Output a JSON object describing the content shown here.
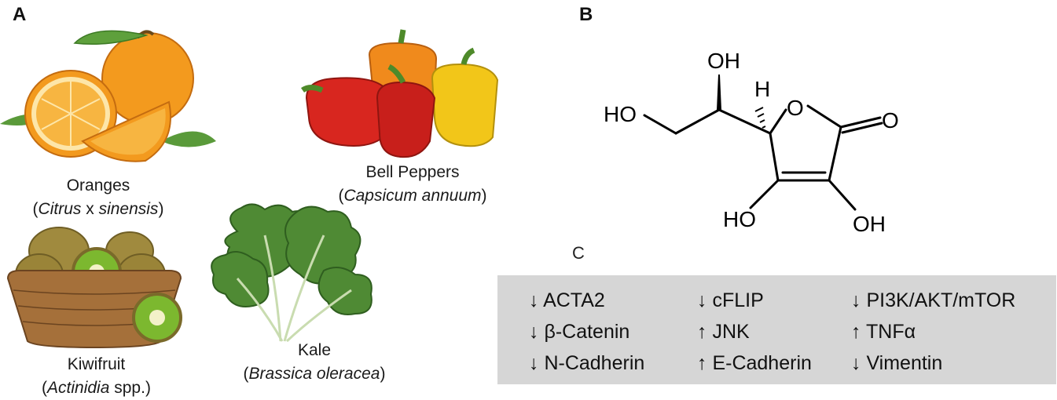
{
  "panels": {
    "a": "A",
    "b": "B",
    "c": "C"
  },
  "foods": {
    "oranges": {
      "name": "Oranges",
      "latin_pre": "(",
      "latin_genus": "Citrus",
      "latin_mid": " x ",
      "latin_species": "sinensis",
      "latin_post": ")"
    },
    "peppers": {
      "name": "Bell Peppers",
      "latin_pre": "(",
      "latin_italic": "Capsicum annuum",
      "latin_post": ")"
    },
    "kiwi": {
      "name": "Kiwifruit",
      "latin_pre": "(",
      "latin_italic": "Actinidia",
      "latin_post": " spp.)"
    },
    "kale": {
      "name": "Kale",
      "latin_pre": "(",
      "latin_italic": "Brassica oleracea",
      "latin_post": ")"
    }
  },
  "molecule": {
    "labels": {
      "oh_top": "OH",
      "ho_left": "HO",
      "h": "H",
      "o_ring": "O",
      "o_carbonyl": "O",
      "ho_bottom": "HO",
      "oh_bottom": "OH"
    }
  },
  "markers": [
    [
      "↓ ACTA2",
      "↓ cFLIP",
      "↓ PI3K/AKT/mTOR"
    ],
    [
      "↓ β-Catenin",
      "↑ JNK",
      "↑ TNFα"
    ],
    [
      "↓ N-Cadherin",
      "↑ E-Cadherin",
      "↓ Vimentin"
    ]
  ],
  "colors": {
    "marker_box": "#d6d6d6",
    "orange": "#f39a1e",
    "red_pepper": "#d8261f",
    "yellow_pepper": "#f2c619",
    "kiwi_flesh": "#7cb82f",
    "kale": "#4f8a34",
    "basket": "#a5703a"
  }
}
